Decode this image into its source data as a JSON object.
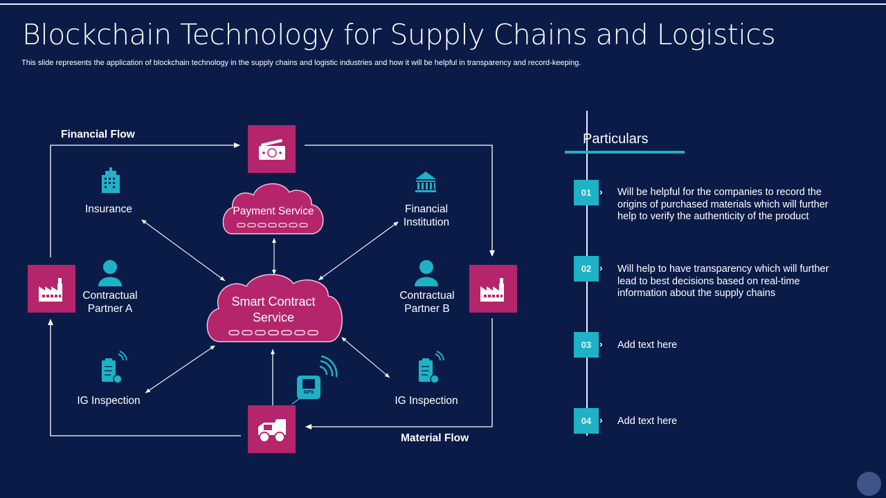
{
  "header": {
    "title": "Blockchain Technology for Supply Chains and Logistics",
    "subtitle": "This slide represents the application of blockchain technology in the supply chains and logistic industries and how it will be helpful in transparency and record-keeping."
  },
  "colors": {
    "background": "#0b1b48",
    "accent_magenta": "#b5256b",
    "accent_teal": "#1fb2c6",
    "line": "#ffffff"
  },
  "diagram": {
    "flows": {
      "financial": "Financial Flow",
      "material": "Material Flow"
    },
    "clouds": {
      "payment": "Payment Service",
      "smart_contract_line1": "Smart Contract",
      "smart_contract_line2": "Service"
    },
    "nodes": {
      "insurance": "Insurance",
      "financial_institution_line1": "Financial",
      "financial_institution_line2": "Institution",
      "partner_a_line1": "Contractual",
      "partner_a_line2": "Partner A",
      "partner_b_line1": "Contractual",
      "partner_b_line2": "Partner B",
      "ig_inspection_left": "IG Inspection",
      "ig_inspection_right": "IG Inspection",
      "gps_label": "GPS"
    },
    "icons": {
      "payment_box": "money-icon",
      "factory_left": "factory-icon",
      "factory_right": "factory-icon",
      "truck_box": "truck-icon",
      "insurance": "building-icon",
      "financial_institution": "bank-icon",
      "partner": "user-icon",
      "inspection": "clipboard-check-icon",
      "gps": "gps-device-icon"
    }
  },
  "particulars": {
    "title": "Particulars",
    "items": [
      {
        "number": "01",
        "text": "Will be helpful for the companies to record the origins of purchased materials which will further help to verify the authenticity of the product"
      },
      {
        "number": "02",
        "text": "Will help to have transparency which will further lead to best decisions based on real-time information about the supply chains"
      },
      {
        "number": "03",
        "text": "Add text here"
      },
      {
        "number": "04",
        "text": "Add text here"
      }
    ]
  }
}
